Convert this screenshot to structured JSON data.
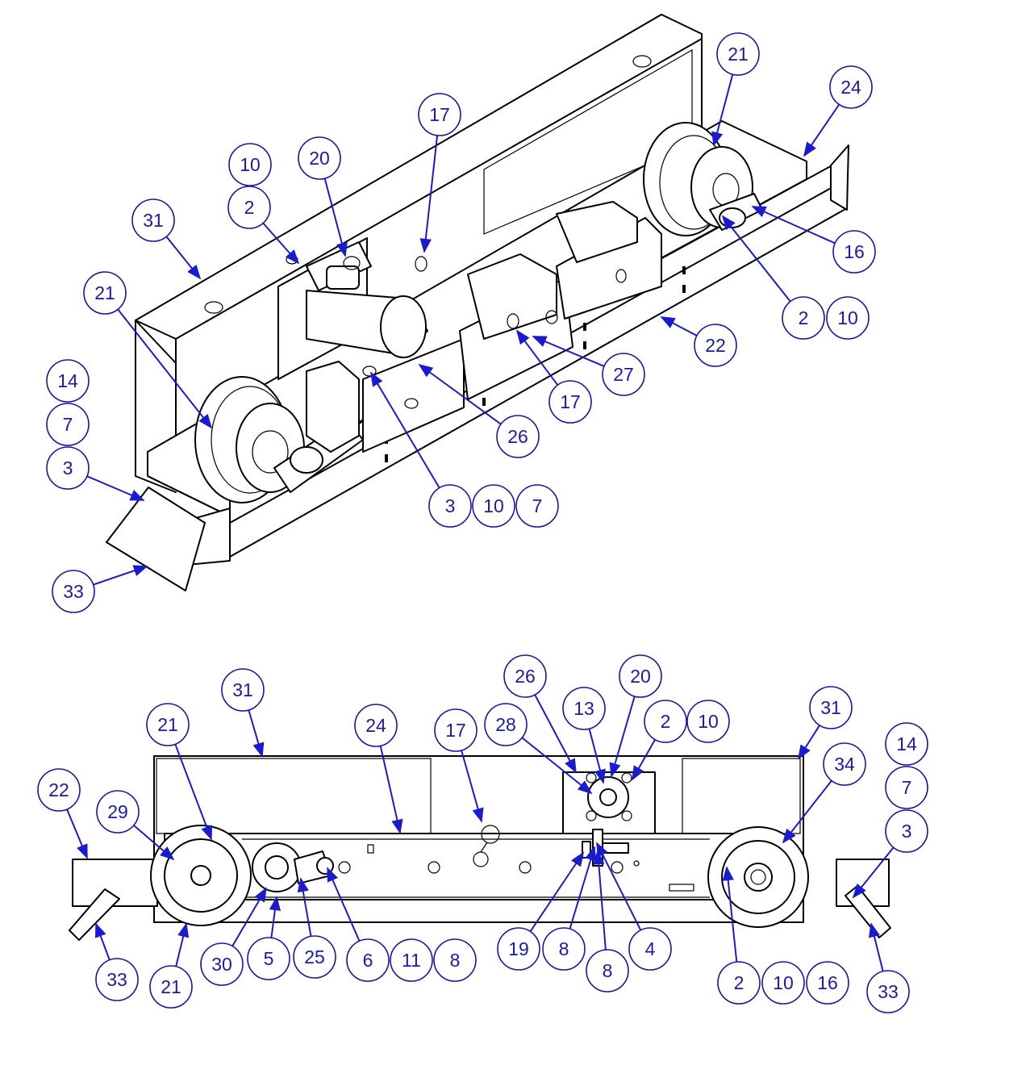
{
  "diagram": {
    "top_view": {
      "balloons": [
        "21",
        "24",
        "17",
        "20",
        "10",
        "2",
        "31",
        "21",
        "14",
        "7",
        "3",
        "16",
        "2",
        "10",
        "22",
        "27",
        "17",
        "26",
        "3",
        "10",
        "7",
        "33"
      ]
    },
    "front_view": {
      "balloons": [
        "26",
        "20",
        "13",
        "28",
        "2",
        "10",
        "31",
        "31",
        "21",
        "24",
        "17",
        "14",
        "34",
        "7",
        "22",
        "29",
        "3",
        "33",
        "21",
        "30",
        "5",
        "25",
        "6",
        "11",
        "8",
        "19",
        "8",
        "8",
        "4",
        "2",
        "10",
        "16",
        "33"
      ]
    }
  }
}
